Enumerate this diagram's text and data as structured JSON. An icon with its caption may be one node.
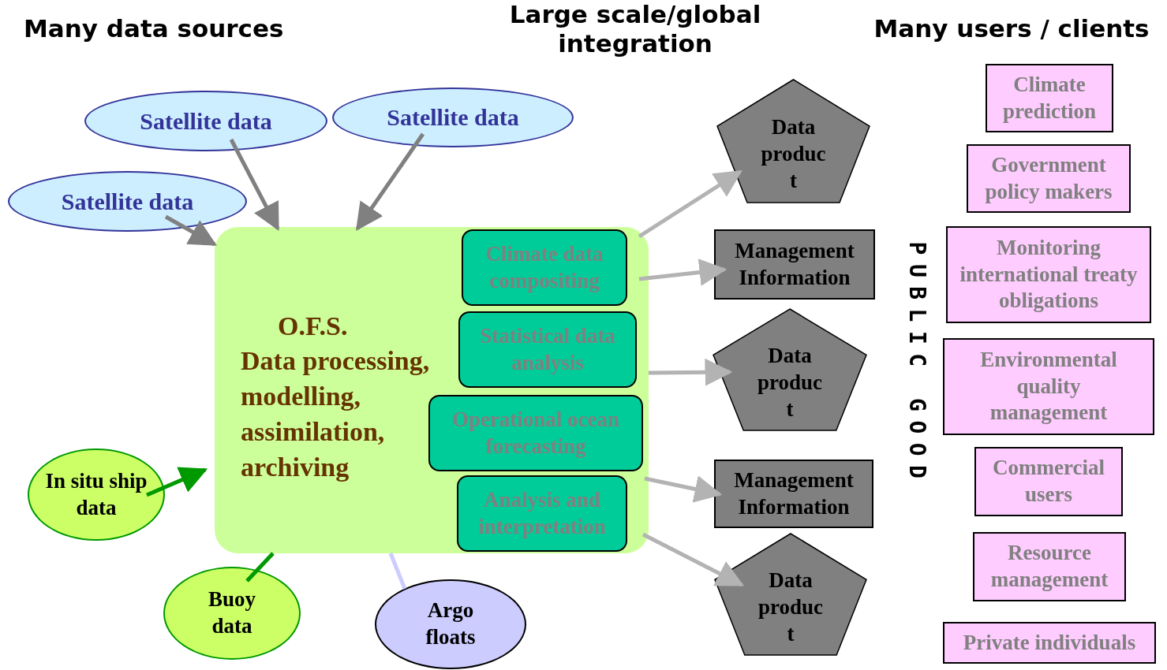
{
  "diagram": {
    "nodes": [
      {
        "text": [
          "Satellite data"
        ]
      },
      {
        "text": [
          "Satellite data"
        ]
      },
      {
        "text": [
          "Satellite data"
        ]
      },
      {
        "text": [
          "O.F.S.",
          "Data processing, modelling, assimilation, archiving"
        ]
      },
      {
        "text": [
          "Climate data compositing"
        ],
        "in": 3
      },
      {
        "text": [
          "Statistical data analysis"
        ],
        "in": 3
      },
      {
        "text": [
          "Operational ocean forecasting"
        ],
        "in": 3
      },
      {
        "text": [
          "Analysis and interpretation"
        ],
        "in": 3
      },
      {
        "text": [
          "In situ ship data"
        ]
      },
      {
        "text": [
          "Buoy data"
        ]
      },
      {
        "text": [
          "Argo floats"
        ]
      },
      {
        "text": [
          "Data product"
        ]
      },
      {
        "text": [
          "Management Information"
        ]
      },
      {
        "text": [
          "Data product"
        ]
      },
      {
        "text": [
          "Management Information"
        ]
      },
      {
        "text": [
          "Data product"
        ]
      },
      {
        "text": [
          "Climate prediction"
        ]
      },
      {
        "text": [
          "Government policy makers"
        ]
      },
      {
        "text": [
          "Monitoring international treaty obligations"
        ]
      },
      {
        "text": [
          "Environmental quality management"
        ]
      },
      {
        "text": [
          "Commercial users"
        ]
      },
      {
        "text": [
          "Resource management"
        ]
      },
      {
        "text": [
          "Private individuals"
        ]
      }
    ],
    "edges": [
      {
        "from": 0,
        "to": 3,
        "arrow": "to",
        "color": "#808080"
      },
      {
        "from": 1,
        "to": 3,
        "arrow": "to",
        "color": "#808080"
      },
      {
        "from": 2,
        "to": 3,
        "arrow": "to",
        "color": "#808080"
      },
      {
        "from": 8,
        "to": 3,
        "arrow": "to",
        "color": "#009900"
      },
      {
        "from": 9,
        "to": 3,
        "arrow": "none",
        "color": "#009900"
      },
      {
        "from": 10,
        "to": 3,
        "arrow": "none",
        "color": "#ccccff"
      },
      {
        "from": 3,
        "to": 11,
        "arrow": "to"
      },
      {
        "from": 3,
        "to": 12,
        "arrow": "to"
      },
      {
        "from": 3,
        "to": 13,
        "arrow": "to"
      },
      {
        "from": 3,
        "to": 14,
        "arrow": "to"
      },
      {
        "from": 3,
        "to": 15,
        "arrow": "to"
      }
    ],
    "labels": [
      "Many data sources",
      "Large scale/global integration",
      "Many users / clients",
      "PUBLIC GOOD"
    ]
  }
}
